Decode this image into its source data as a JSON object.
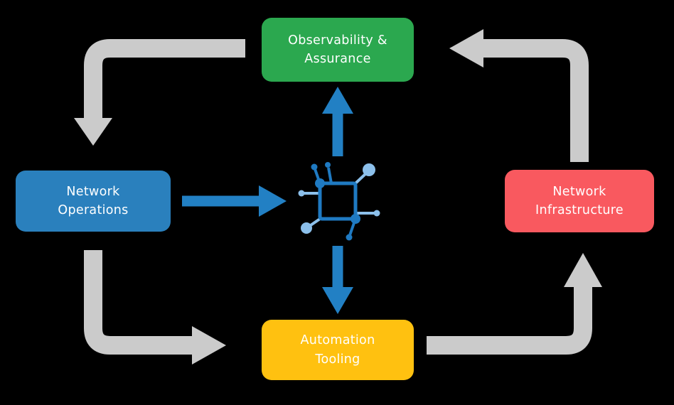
{
  "diagram": {
    "nodes": {
      "observability": {
        "label": "Observability &\nAssurance",
        "color": "#2BA84F"
      },
      "network_operations": {
        "label": "Network\nOperations",
        "color": "#2A80BD"
      },
      "network_infrastructure": {
        "label": "Network\nInfrastructure",
        "color": "#F9595F"
      },
      "automation_tooling": {
        "label": "Automation\nTooling",
        "color": "#FFC110"
      }
    },
    "center_icon": "network-automation-icon",
    "colors": {
      "flow_arrows": "#2280C4",
      "cycle_arrows": "#CBCBCB",
      "icon_dark": "#1F7AC2",
      "icon_light": "#8CC0EB",
      "text": "#FFFFFF",
      "background": "#000000"
    },
    "arrows": [
      {
        "name": "cycle-arrow-observability-to-network-operations",
        "type": "cycle"
      },
      {
        "name": "cycle-arrow-network-operations-to-automation-tooling",
        "type": "cycle"
      },
      {
        "name": "cycle-arrow-automation-tooling-to-network-infrastructure",
        "type": "cycle"
      },
      {
        "name": "cycle-arrow-network-infrastructure-to-observability",
        "type": "cycle"
      },
      {
        "name": "flow-arrow-network-operations-to-center",
        "type": "flow"
      },
      {
        "name": "flow-arrow-center-to-observability",
        "type": "flow"
      },
      {
        "name": "flow-arrow-center-to-automation-tooling",
        "type": "flow"
      }
    ]
  }
}
